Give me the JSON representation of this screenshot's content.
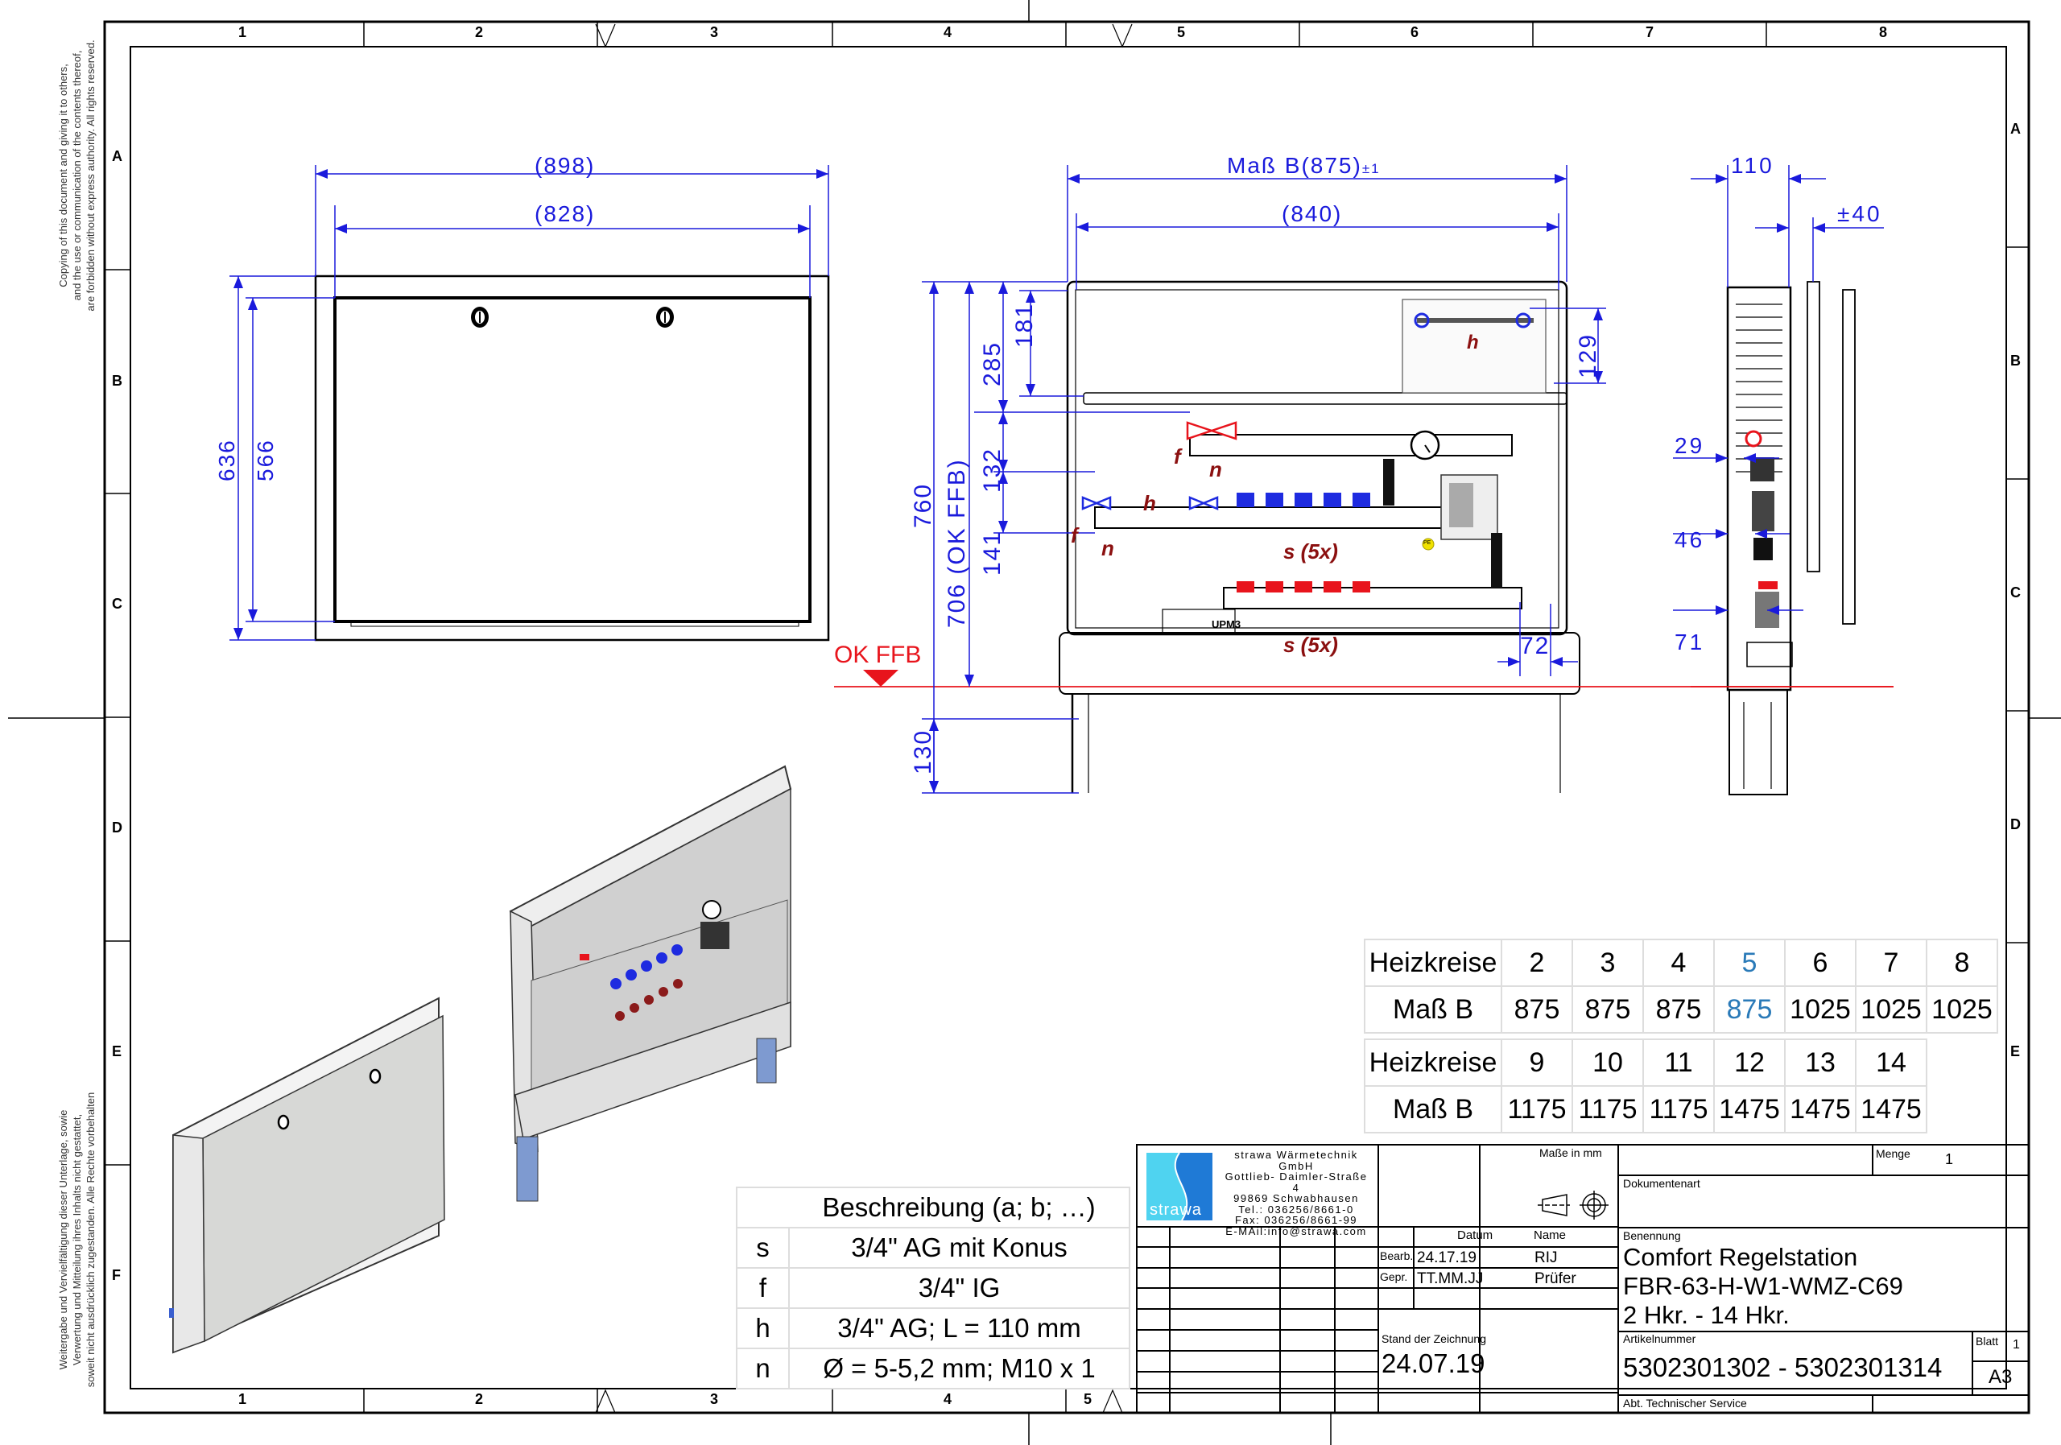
{
  "frame": {
    "columns": [
      "1",
      "2",
      "3",
      "4",
      "5",
      "6",
      "7",
      "8"
    ],
    "rows": [
      "A",
      "B",
      "C",
      "D",
      "E",
      "F"
    ]
  },
  "notices": {
    "english": [
      "Copying of this document and giving it to others,",
      "and the use or communication of the contents thereof,",
      "are forbidden without express authority. All rights reserved."
    ],
    "german": [
      "Weitergabe und Vervielfältigung dieser Unterlage, sowie",
      "Verwertung und Mitteilung ihres Inhalts nicht gestattet,",
      "soweit nicht ausdrücklich zugestanden. Alle Rechte vorbehalten"
    ]
  },
  "front_view_door": {
    "dims": {
      "outer_width": "(898)",
      "inner_width": "(828)",
      "outer_height": "636",
      "inner_height": "566"
    }
  },
  "front_view_station": {
    "dims": {
      "width_b": "Maß B(875)",
      "width_b_tol": "±1",
      "inner_width": "(840)",
      "total_height": "760",
      "height_ok_ffb": "706 (OK FFB)",
      "d285": "285",
      "d181": "181",
      "d132": "132",
      "d141": "141",
      "d130": "130",
      "d129": "129",
      "d72": "72"
    },
    "floor_label": "OK FFB",
    "callouts": {
      "f": "f",
      "n": "n",
      "h": "h",
      "s5x": "s (5x)"
    },
    "pump_label": "UPM3",
    "pe_label": "PE"
  },
  "side_view": {
    "dims": {
      "depth": "110",
      "adjust": "±40",
      "d29": "29",
      "d46": "46",
      "d71": "71"
    }
  },
  "size_table_1": {
    "row_labels": [
      "Heizkreise",
      "Maß B"
    ],
    "circuits": [
      "2",
      "3",
      "4",
      "5",
      "6",
      "7",
      "8"
    ],
    "widths": [
      "875",
      "875",
      "875",
      "875",
      "1025",
      "1025",
      "1025"
    ],
    "highlight_index": 3,
    "highlight_color": "#2a7ab8"
  },
  "size_table_2": {
    "row_labels": [
      "Heizkreise",
      "Maß B"
    ],
    "circuits": [
      "9",
      "10",
      "11",
      "12",
      "13",
      "14"
    ],
    "widths": [
      "1175",
      "1175",
      "1175",
      "1475",
      "1475",
      "1475"
    ]
  },
  "description_table": {
    "header": "Beschreibung (a; b; …)",
    "rows": [
      {
        "key": "s",
        "value": "3/4\" AG mit Konus"
      },
      {
        "key": "f",
        "value": "3/4\" IG"
      },
      {
        "key": "h",
        "value": "3/4\" AG; L = 110 mm"
      },
      {
        "key": "n",
        "value": "Ø = 5-5,2 mm; M10 x 1"
      }
    ]
  },
  "title_block": {
    "company": {
      "logo_text": "strawa",
      "lines": [
        "strawa Wärmetechnik GmbH",
        "Gottlieb- Daimler-Straße 4",
        "99869 Schwabhausen",
        "Tel.: 036256/8661-0",
        "Fax: 036256/8661-99",
        "E-MAil:info@strawa.com"
      ]
    },
    "units": "Maße in mm",
    "menge_label": "Menge",
    "menge_value": "1",
    "dokumentenart_label": "Dokumentenart",
    "datum_label": "Datum",
    "name_label": "Name",
    "bearb_label": "Bearb.",
    "bearb_date": "24.17.19",
    "bearb_name": "RIJ",
    "gepr_label": "Gepr.",
    "gepr_date": "TT.MM.JJ",
    "gepr_name": "Prüfer",
    "benennung_label": "Benennung",
    "title_lines": [
      "Comfort Regelstation",
      "FBR-63-H-W1-WMZ-C69",
      "2 Hkr. - 14 Hkr."
    ],
    "stand_label": "Stand der Zeichnung",
    "stand_value": "24.07.19",
    "artikel_label": "Artikelnummer",
    "artikel_value": "5302301302 - 5302301314",
    "blatt_label": "Blatt",
    "blatt_value": "1",
    "format": "A3",
    "department": "Abt. Technischer Service"
  },
  "colors": {
    "dimension": "#1a1adc",
    "floor_line": "#e8141c",
    "callout": "#8b1010",
    "valve_red": "#e8141c",
    "valve_blue": "#1e2be0",
    "logo_light": "#4fd3f0",
    "logo_dark": "#1f7ad6"
  }
}
